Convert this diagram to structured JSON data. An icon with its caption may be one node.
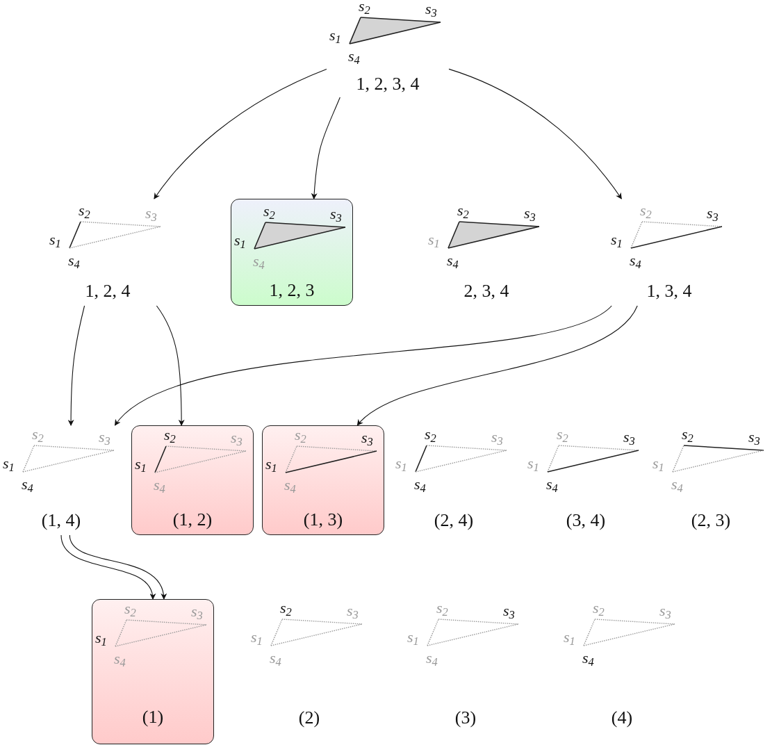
{
  "diagram": {
    "nodes": [
      {
        "text": [
          "s$_{1}$",
          "s$_{2}$",
          "s$_{3}$",
          "s$_{4}$",
          "1, 2, 3, 4"
        ]
      },
      {
        "text": [
          "s$_{1}$",
          "s$_{2}$",
          "s$_{3}$",
          "s$_{4}$",
          "1, 2, 4"
        ]
      },
      {
        "text": [
          "s$_{1}$",
          "s$_{2}$",
          "s$_{3}$",
          "s$_{4}$",
          "1, 2, 3"
        ]
      },
      {
        "text": [
          "s$_{1}$",
          "s$_{2}$",
          "s$_{3}$",
          "s$_{4}$",
          "2, 3, 4"
        ]
      },
      {
        "text": [
          "s$_{1}$",
          "s$_{2}$",
          "s$_{3}$",
          "s$_{4}$",
          "1, 3, 4"
        ]
      },
      {
        "text": [
          "s$_{1}$",
          "s$_{2}$",
          "s$_{3}$",
          "s$_{4}$",
          "(1, 4)"
        ]
      },
      {
        "text": [
          "s$_{1}$",
          "s$_{2}$",
          "s$_{3}$",
          "s$_{4}$",
          "(1, 2)"
        ]
      },
      {
        "text": [
          "s$_{1}$",
          "s$_{2}$",
          "s$_{3}$",
          "s$_{4}$",
          "(1, 3)"
        ]
      },
      {
        "text": [
          "s$_{1}$",
          "s$_{2}$",
          "s$_{3}$",
          "s$_{4}$",
          "(2, 4)"
        ]
      },
      {
        "text": [
          "s$_{1}$",
          "s$_{2}$",
          "s$_{3}$",
          "s$_{4}$",
          "(3, 4)"
        ]
      },
      {
        "text": [
          "s$_{1}$",
          "s$_{2}$",
          "s$_{3}$",
          "s$_{4}$",
          "(2, 3)"
        ]
      },
      {
        "text": [
          "s$_{1}$",
          "s$_{2}$",
          "s$_{3}$",
          "s$_{4}$",
          "(1)"
        ]
      },
      {
        "text": [
          "s$_{1}$",
          "s$_{2}$",
          "s$_{3}$",
          "s$_{4}$",
          "(2)"
        ]
      },
      {
        "text": [
          "s$_{1}$",
          "s$_{2}$",
          "s$_{3}$",
          "s$_{4}$",
          "(3)"
        ]
      },
      {
        "text": [
          "s$_{1}$",
          "s$_{2}$",
          "s$_{3}$",
          "s$_{4}$",
          "(4)"
        ]
      }
    ],
    "edges": [
      {
        "from": 0,
        "to": 1,
        "arrow": "to"
      },
      {
        "from": 0,
        "to": 2,
        "arrow": "to"
      },
      {
        "from": 0,
        "to": 4,
        "arrow": "to"
      },
      {
        "from": 1,
        "to": 5,
        "arrow": "to"
      },
      {
        "from": 1,
        "to": 6,
        "arrow": "to"
      },
      {
        "from": 4,
        "to": 5,
        "arrow": "to"
      },
      {
        "from": 4,
        "to": 7,
        "arrow": "to"
      },
      {
        "from": 5,
        "to": 11,
        "arrow": "to"
      },
      {
        "from": 5,
        "to": 11,
        "arrow": "to"
      }
    ]
  }
}
